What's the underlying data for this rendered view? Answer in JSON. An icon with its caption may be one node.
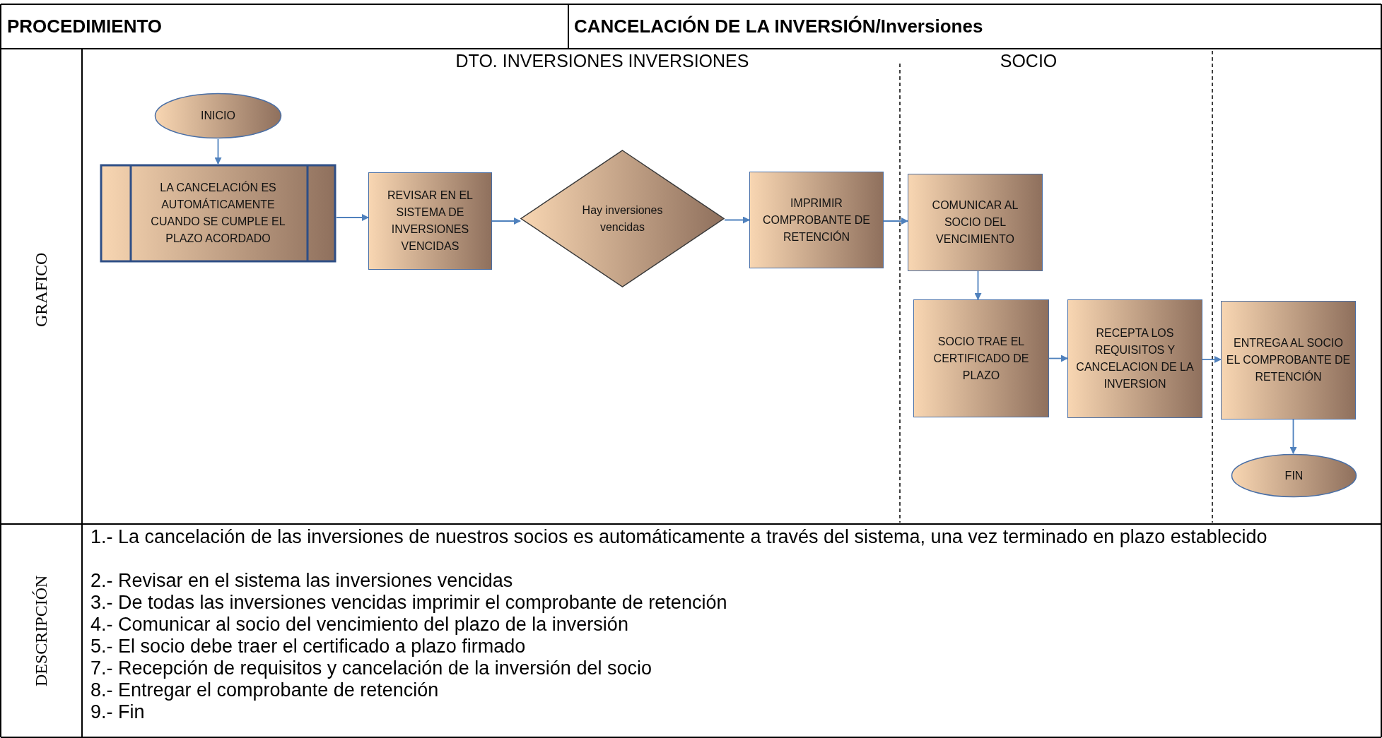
{
  "diagram": {
    "nodes": [
      {
        "text": [
          "INICIO"
        ]
      },
      {
        "text": [
          "LA CANCELACIÓN ES AUTOMÁTICAMENTE CUANDO SE CUMPLE EL PLAZO ACORDADO"
        ]
      },
      {
        "text": [
          "REVISAR EN EL SISTEMA DE INVERSIONES VENCIDAS"
        ]
      },
      {
        "text": [
          "Hay inversiones vencidas"
        ]
      },
      {
        "text": [
          "IMPRIMIR COMPROBANTE DE RETENCIÓN"
        ]
      },
      {
        "text": [
          "COMUNICAR AL SOCIO DEL VENCIMIENTO"
        ]
      },
      {
        "text": [
          "SOCIO TRAE EL CERTIFICADO DE PLAZO"
        ]
      },
      {
        "text": [
          "RECEPTA LOS REQUISITOS Y CANCELACION DE LA INVERSION"
        ]
      },
      {
        "text": [
          "ENTREGA AL SOCIO EL COMPROBANTE DE RETENCIÓN"
        ]
      },
      {
        "text": [
          "FIN"
        ]
      }
    ],
    "edges": [
      {
        "from": 0,
        "to": 1,
        "arrow": "to"
      },
      {
        "from": 1,
        "to": 2,
        "arrow": "to"
      },
      {
        "from": 2,
        "to": 3,
        "arrow": "to"
      },
      {
        "from": 3,
        "to": 4,
        "arrow": "to"
      },
      {
        "from": 4,
        "to": 5,
        "arrow": "to"
      },
      {
        "from": 5,
        "to": 6,
        "arrow": "to"
      },
      {
        "from": 6,
        "to": 7,
        "arrow": "to"
      },
      {
        "from": 7,
        "to": 8,
        "arrow": "to"
      },
      {
        "from": 8,
        "to": 9,
        "arrow": "to"
      }
    ],
    "labels": [
      "PROCEDIMIENTO",
      "CANCELACIÓN DE LA INVERSIÓN/Inversiones",
      "DTO. INVERSIONES INVERSIONES",
      "SOCIO",
      "GRAFICO",
      "DESCRIPCIÓN",
      "1.- La cancelación de las inversiones de nuestros socios es automáticamente a través del sistema, una vez terminado en plazo establecido",
      "2.- Revisar en el sistema las inversiones vencidas",
      "3.- De todas las inversiones vencidas imprimir el comprobante de retención",
      "4.- Comunicar al socio del vencimiento del plazo de la inversión",
      "5.- El socio debe traer el certificado a plazo firmado",
      "7.- Recepción de requisitos y cancelación de la inversión del socio",
      "8.- Entregar el comprobante de retención",
      "9.- Fin"
    ]
  }
}
